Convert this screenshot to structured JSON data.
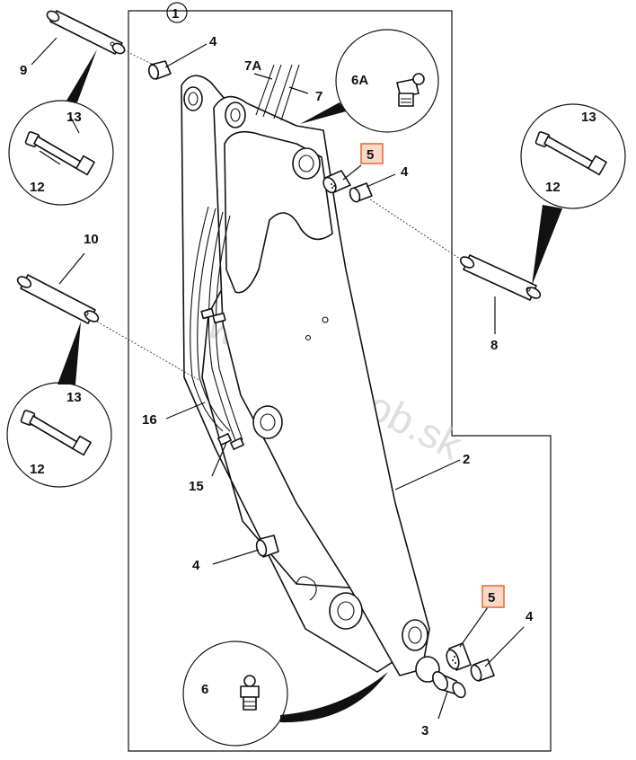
{
  "watermark": "www.hydrob.sk",
  "labels": {
    "l1": "1",
    "l2": "2",
    "l3": "3",
    "l4_top": "4",
    "l4_right": "4",
    "l4_mid": "4",
    "l4_bottom": "4",
    "l5_top": "5",
    "l5_bottom": "5",
    "l6": "6",
    "l6a": "6A",
    "l7": "7",
    "l7a": "7A",
    "l8": "8",
    "l9": "9",
    "l10": "10",
    "l12_a": "12",
    "l12_b": "12",
    "l12_c": "12",
    "l13_a": "13",
    "l13_b": "13",
    "l13_c": "13",
    "l15": "15",
    "l16": "16"
  },
  "colors": {
    "highlight_fill": "#fbd9c9",
    "highlight_stroke": "#e8703a",
    "line": "#111111",
    "watermark": "#c4c4c4"
  }
}
